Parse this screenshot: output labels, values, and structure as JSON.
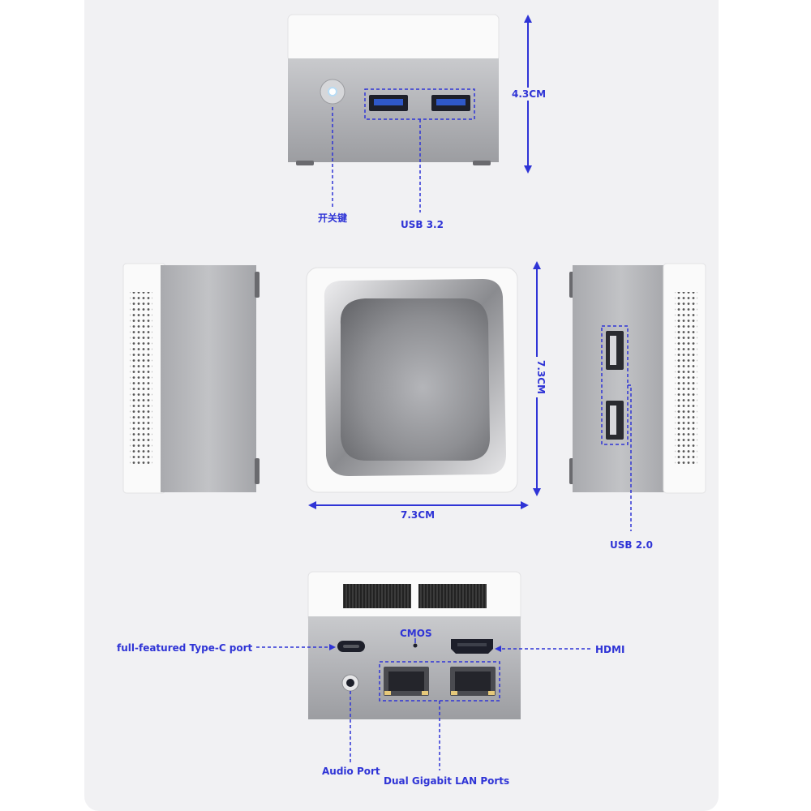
{
  "colors": {
    "annotation": "#2f34d6",
    "panel": "#f1f1f3",
    "silver": "#a8a9ad",
    "white_shell": "#fafafa"
  },
  "labels": {
    "front_height": "4.3CM",
    "power_button": "开关键",
    "usb32": "USB 3.2",
    "top_depth": "7.3CM",
    "top_width": "7.3CM",
    "usb20": "USB 2.0",
    "cmos": "CMOS",
    "typec": "full-featured Type-C port",
    "hdmi": "HDMI",
    "audio": "Audio Port",
    "lan": "Dual Gigabit LAN Ports"
  }
}
